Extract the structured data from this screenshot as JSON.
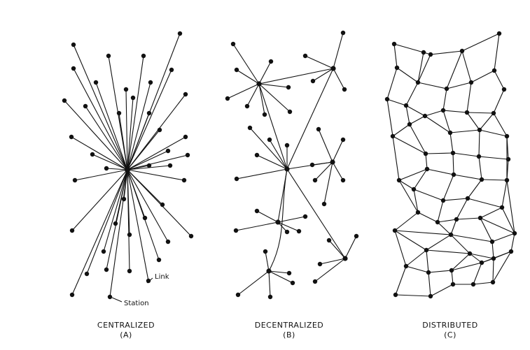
{
  "colors": {
    "ink": "#111111",
    "background": "#ffffff"
  },
  "panels": [
    {
      "id": "a",
      "title": "CENTRALIZED",
      "letter": "(A)"
    },
    {
      "id": "b",
      "title": "DECENTRALIZED",
      "letter": "(B)"
    },
    {
      "id": "c",
      "title": "DISTRIBUTED",
      "letter": "(C)"
    }
  ],
  "annotations": {
    "link": "Link",
    "station": "Station"
  }
}
